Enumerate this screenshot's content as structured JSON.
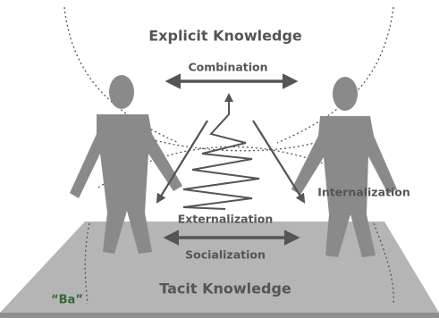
{
  "labels": {
    "explicit": "Explicit Knowledge",
    "combination": "Combination",
    "externalization": "Externalization",
    "internalization": "Internalization",
    "socialization": "Socialization",
    "tacit": "Tacit Knowledge",
    "ba": "“Ba”"
  },
  "colors": {
    "figure": "#8a8a8a",
    "floor": "#b7b7b7",
    "floor_shadow": "#9e9e9e",
    "arrow": "#555555",
    "text": "#555555",
    "ba_text": "#2f6b2f"
  }
}
